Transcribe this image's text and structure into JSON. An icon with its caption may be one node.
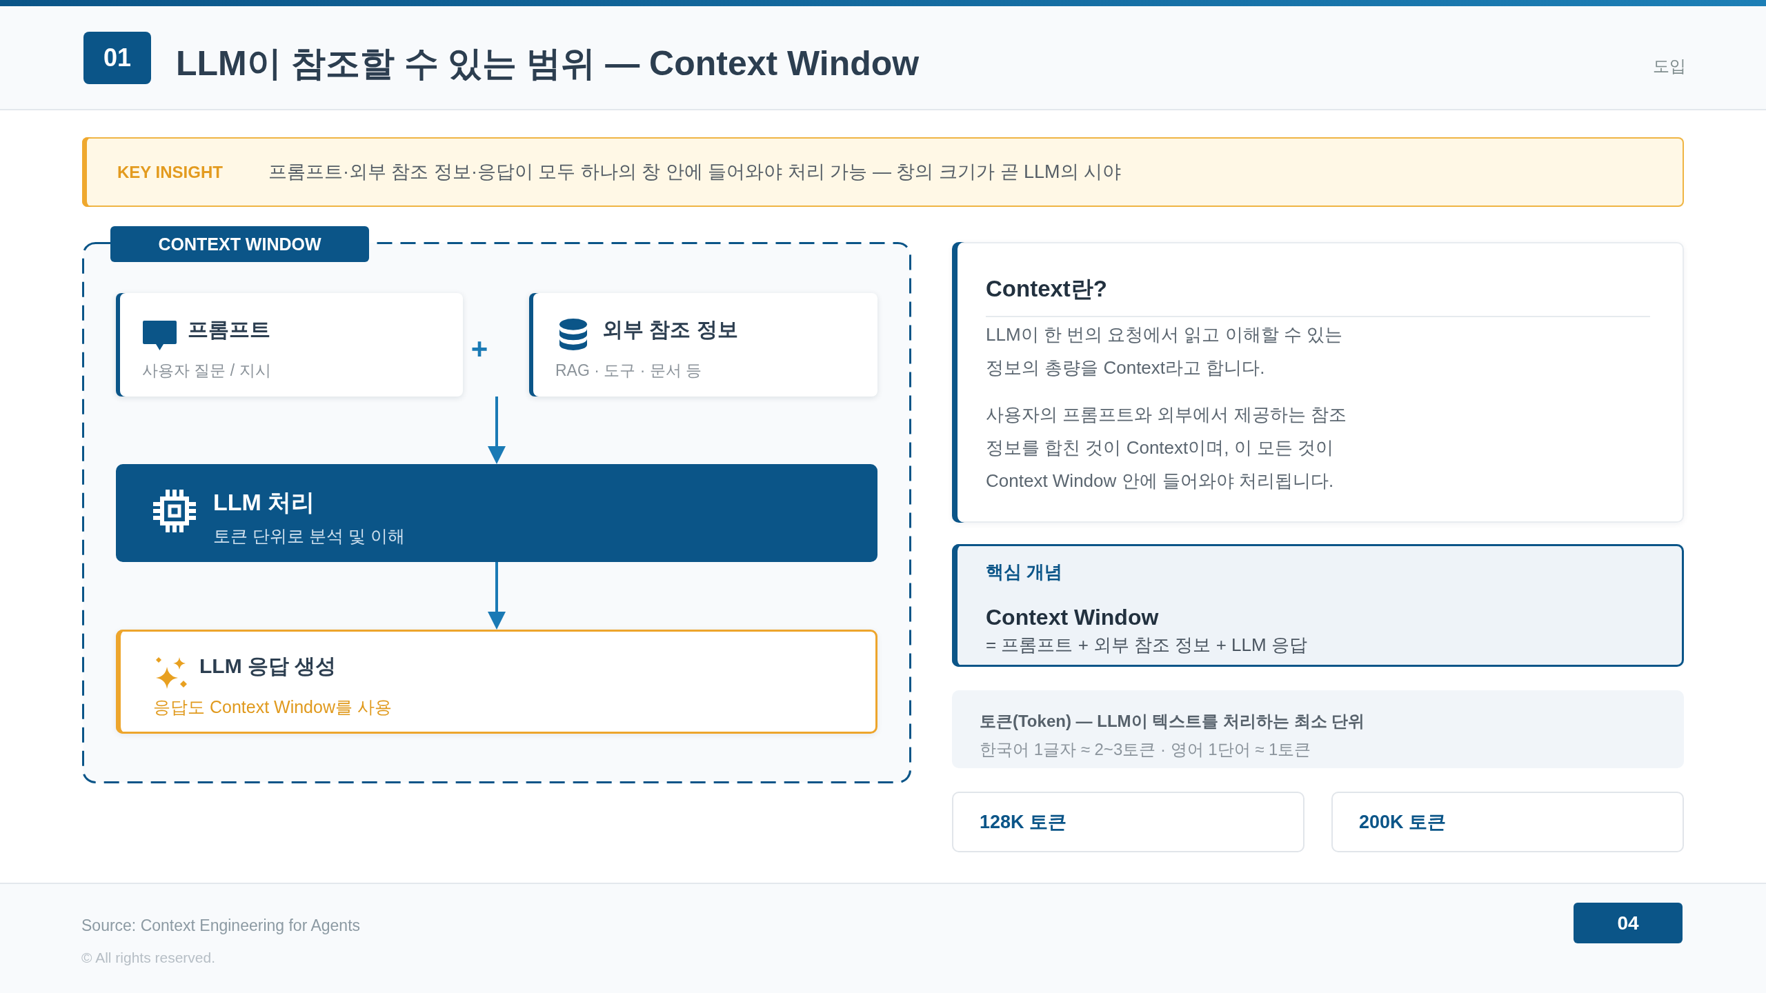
{
  "diagram": {
    "title": "LLM이 참조할 수 있는 범위 — Context Window",
    "nodes": [
      {
        "text": [
          "01"
        ]
      },
      {
        "text": [
          "KEY INSIGHT",
          "프롬프트·외부 참조 정보·응답이 모두 하나의 창 안에 들어와야 처리 가능 — 창의 크기가 곧 LLM의 시야"
        ]
      },
      {
        "text": [
          "CONTEXT WINDOW"
        ]
      },
      {
        "text": [
          "프롬프트",
          "사용자 질문 / 지시"
        ],
        "in": 2
      },
      {
        "text": [
          "외부 참조 정보",
          "RAG · 도구 · 문서 등"
        ],
        "in": 2
      },
      {
        "text": [
          "LLM 처리",
          "토큰 단위로 분석 및 이해"
        ],
        "in": 2
      },
      {
        "text": [
          "LLM 응답 생성",
          "응답도 Context Window를 사용"
        ],
        "in": 2
      },
      {
        "text": [
          "Context란?",
          "LLM이 한 번의 요청에서 읽고 이해할 수 있는 정보의 총량을 Context라고 합니다.",
          "사용자의 프롬프트와 외부에서 제공하는 참조 정보를 합친 것이 Context이며, 이 모든 것이 Context Window 안에 들어와야 처리됩니다."
        ]
      },
      {
        "text": [
          "핵심 개념",
          "Context Window",
          "= 프롬프트 + 외부 참조 정보 + LLM 응답"
        ]
      },
      {
        "text": [
          "토큰(Token) — LLM이 텍스트를 처리하는 최소 단위",
          "한국어 1글자 ≈ 2~3토큰 · 영어 1단어 ≈ 1토큰"
        ]
      },
      {
        "text": [
          "128K 토큰"
        ]
      },
      {
        "text": [
          "200K 토큰"
        ]
      },
      {
        "text": [
          "04"
        ]
      }
    ],
    "edges": [
      {
        "from": 3,
        "to": 5,
        "arrow": "to"
      },
      {
        "from": 4,
        "to": 5,
        "arrow": "to"
      },
      {
        "from": 5,
        "to": 6,
        "arrow": "to"
      }
    ],
    "labels": [
      "도입",
      "+",
      "Source: Context Engineering for Agents",
      "© All rights reserved."
    ]
  }
}
